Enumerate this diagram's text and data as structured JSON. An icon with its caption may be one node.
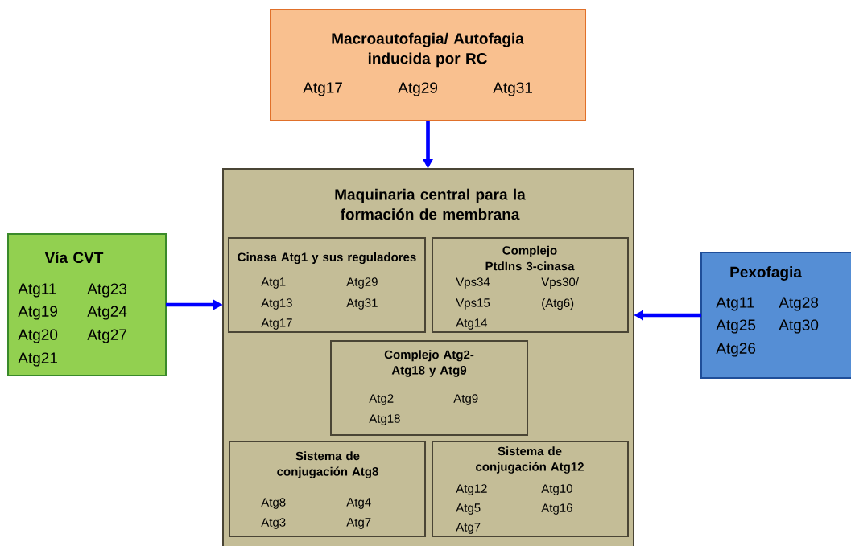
{
  "diagram": {
    "nodes": [
      {
        "text": [
          "Macroautofagia/ Autofagia inducida por RC",
          "Atg17",
          "Atg29",
          "Atg31"
        ]
      },
      {
        "text": [
          "Maquinaria central para la formación de membrana"
        ]
      },
      {
        "text": [
          "Cinasa Atg1 y sus reguladores",
          "Atg1",
          "Atg29",
          "Atg13",
          "Atg31",
          "Atg17"
        ],
        "in": 1
      },
      {
        "text": [
          "Complejo PtdIns 3-cinasa",
          "Vps34",
          "Vps30/",
          "Vps15",
          "(Atg6)",
          "Atg14"
        ],
        "in": 1
      },
      {
        "text": [
          "Complejo Atg2-Atg18 y Atg9",
          "Atg2",
          "Atg9",
          "Atg18"
        ],
        "in": 1
      },
      {
        "text": [
          "Sistema de conjugación Atg8",
          "Atg8",
          "Atg4",
          "Atg3",
          "Atg7"
        ],
        "in": 1
      },
      {
        "text": [
          "Sistema de conjugación Atg12",
          "Atg12",
          "Atg10",
          "Atg5",
          "Atg16",
          "Atg7"
        ],
        "in": 1
      },
      {
        "text": [
          "Vía CVT",
          "Atg11",
          "Atg23",
          "Atg19",
          "Atg24",
          "Atg20",
          "Atg27",
          "Atg21"
        ]
      },
      {
        "text": [
          "Pexofagia",
          "Atg11",
          "Atg28",
          "Atg25",
          "Atg30",
          "Atg26"
        ]
      }
    ],
    "edges": [
      {
        "from": 0,
        "to": 1,
        "arrow": "to"
      },
      {
        "from": 7,
        "to": 1,
        "arrow": "to"
      },
      {
        "from": 8,
        "to": 1,
        "arrow": "to"
      }
    ]
  }
}
